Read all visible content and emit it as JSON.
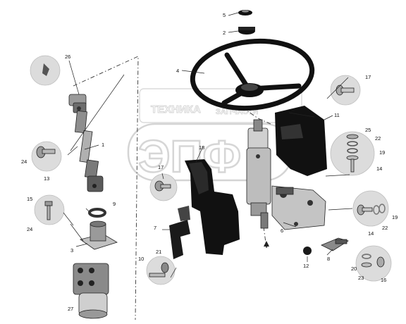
{
  "watermark": {
    "brand_top": "ТЕХНИКА",
    "brand_right": "ЗАПЧАСТИ",
    "logo": "ЭПФ"
  },
  "callouts": [
    {
      "id": "c5",
      "label": "5"
    },
    {
      "id": "c2",
      "label": "2"
    },
    {
      "id": "c4",
      "label": "4"
    },
    {
      "id": "c26",
      "label": "26"
    },
    {
      "id": "c17a",
      "label": "17"
    },
    {
      "id": "c11",
      "label": "11"
    },
    {
      "id": "c1",
      "label": "1"
    },
    {
      "id": "c24a",
      "label": "24"
    },
    {
      "id": "c13",
      "label": "13"
    },
    {
      "id": "c18a",
      "label": "18"
    },
    {
      "id": "c17b",
      "label": "17"
    },
    {
      "id": "c25",
      "label": "25"
    },
    {
      "id": "c22a",
      "label": "22"
    },
    {
      "id": "c19a",
      "label": "19"
    },
    {
      "id": "c14a",
      "label": "14"
    },
    {
      "id": "c15",
      "label": "15"
    },
    {
      "id": "c9",
      "label": "9"
    },
    {
      "id": "c24b",
      "label": "24"
    },
    {
      "id": "c3",
      "label": "3"
    },
    {
      "id": "c7",
      "label": "7"
    },
    {
      "id": "c6",
      "label": "6"
    },
    {
      "id": "c19b",
      "label": "19"
    },
    {
      "id": "c14b",
      "label": "14"
    },
    {
      "id": "c22b",
      "label": "22"
    },
    {
      "id": "c10",
      "label": "10"
    },
    {
      "id": "c21",
      "label": "21"
    },
    {
      "id": "c12",
      "label": "12"
    },
    {
      "id": "c8",
      "label": "8"
    },
    {
      "id": "c20",
      "label": "20"
    },
    {
      "id": "c23",
      "label": "23"
    },
    {
      "id": "c16",
      "label": "16"
    },
    {
      "id": "c27",
      "label": "27"
    }
  ]
}
